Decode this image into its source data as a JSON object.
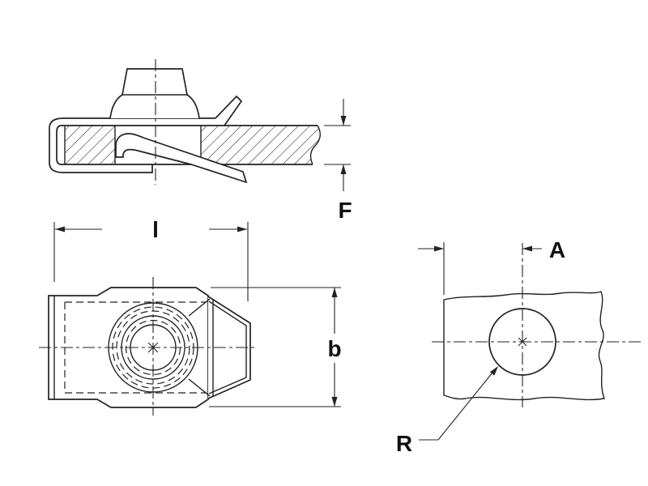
{
  "page": {
    "background": "#ffffff",
    "line_color": "#222222",
    "label_color": "#111111"
  },
  "drawing": {
    "kind": "technical-drawing",
    "subject": "clip-on sheet-metal speed nut with panel mounting hole",
    "views": [
      {
        "id": "side-view",
        "dimension_labels": [
          "F"
        ]
      },
      {
        "id": "top-view",
        "dimension_labels": [
          "l",
          "b"
        ]
      },
      {
        "id": "panel-hole-view",
        "dimension_labels": [
          "A",
          "R"
        ]
      }
    ],
    "labels": {
      "F": "F",
      "l": "l",
      "b": "b",
      "A": "A",
      "R": "R"
    }
  }
}
